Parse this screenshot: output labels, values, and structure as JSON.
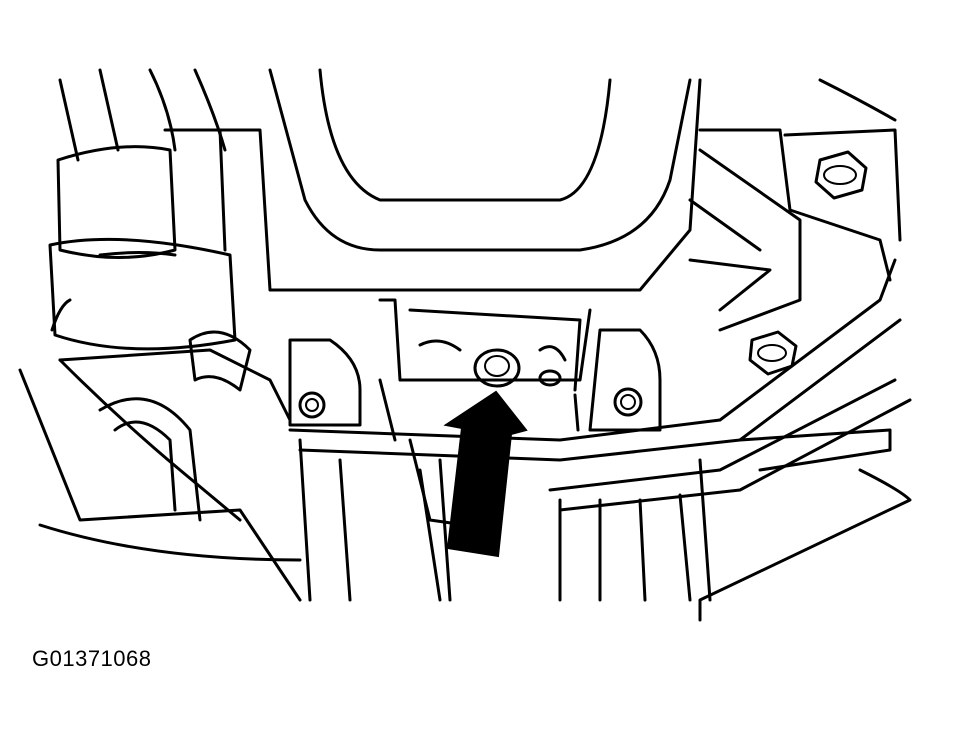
{
  "figure": {
    "id_label": "G01371068",
    "colors": {
      "ink": "#000000",
      "background": "#ffffff"
    },
    "parts": [
      "transmission-case",
      "mounting-bracket",
      "bolt",
      "drain-plug",
      "arrow"
    ]
  }
}
